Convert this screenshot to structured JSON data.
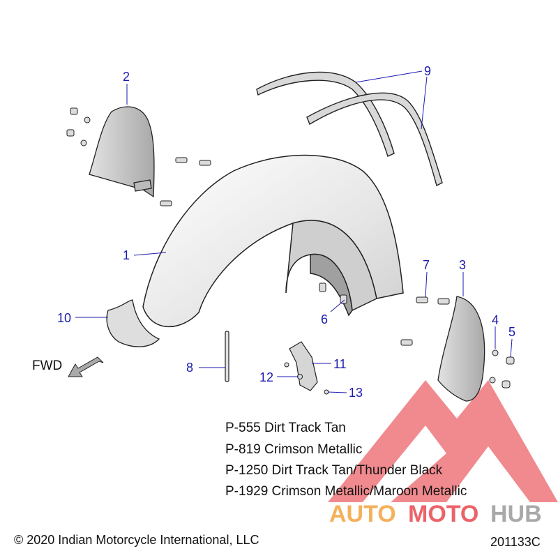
{
  "callouts": [
    "1",
    "2",
    "3",
    "4",
    "5",
    "6",
    "7",
    "8",
    "9",
    "10",
    "11",
    "12",
    "13"
  ],
  "fwd_label": "FWD",
  "paint_codes": [
    "P-555 Dirt Track Tan",
    "P-819 Crimson Metallic",
    "P-1250 Dirt Track Tan/Thunder Black",
    "P-1929 Crimson Metallic/Maroon Metallic"
  ],
  "copyright": "© 2020 Indian Motorcycle International, LLC",
  "diagram_id": "201133C",
  "watermark": {
    "brand": "AUTOMOTOHUB"
  },
  "colors": {
    "callout": "#1a1ab0",
    "watermark_red": "#e8484f",
    "watermark_orange": "#f4a340",
    "watermark_gray": "#9b9b9b"
  }
}
